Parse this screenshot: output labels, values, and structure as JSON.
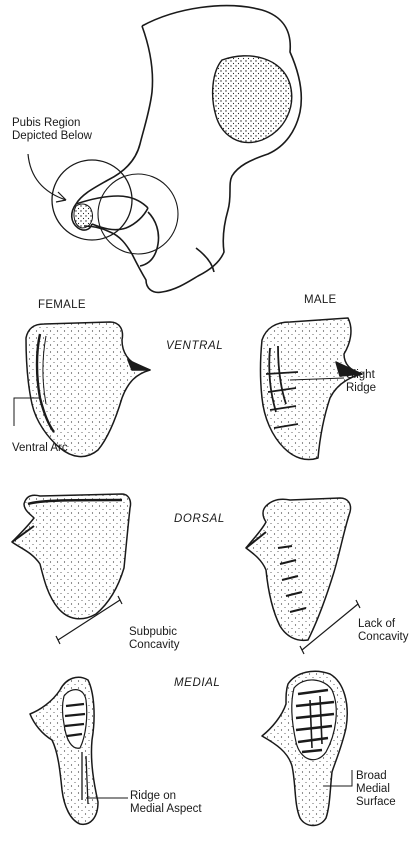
{
  "columns": {
    "female": "FEMALE",
    "male": "MALE"
  },
  "views": {
    "ventral": "VENTRAL",
    "dorsal": "DORSAL",
    "medial": "MEDIAL"
  },
  "callouts": {
    "pubis_region": [
      "Pubis Region",
      "Depicted Below"
    ],
    "ventral_arc": "Ventral Arc",
    "slight_ridge": [
      "Slight",
      "Ridge"
    ],
    "subpubic_concavity": [
      "Subpubic",
      "Concavity"
    ],
    "lack_of_concavity": [
      "Lack of",
      "Concavity"
    ],
    "ridge_medial_aspect": [
      "Ridge on",
      "Medial Aspect"
    ],
    "broad_medial_surface": [
      "Broad",
      "Medial",
      "Surface"
    ]
  },
  "colors": {
    "ink": "#1a1a1a",
    "paper": "#ffffff"
  }
}
